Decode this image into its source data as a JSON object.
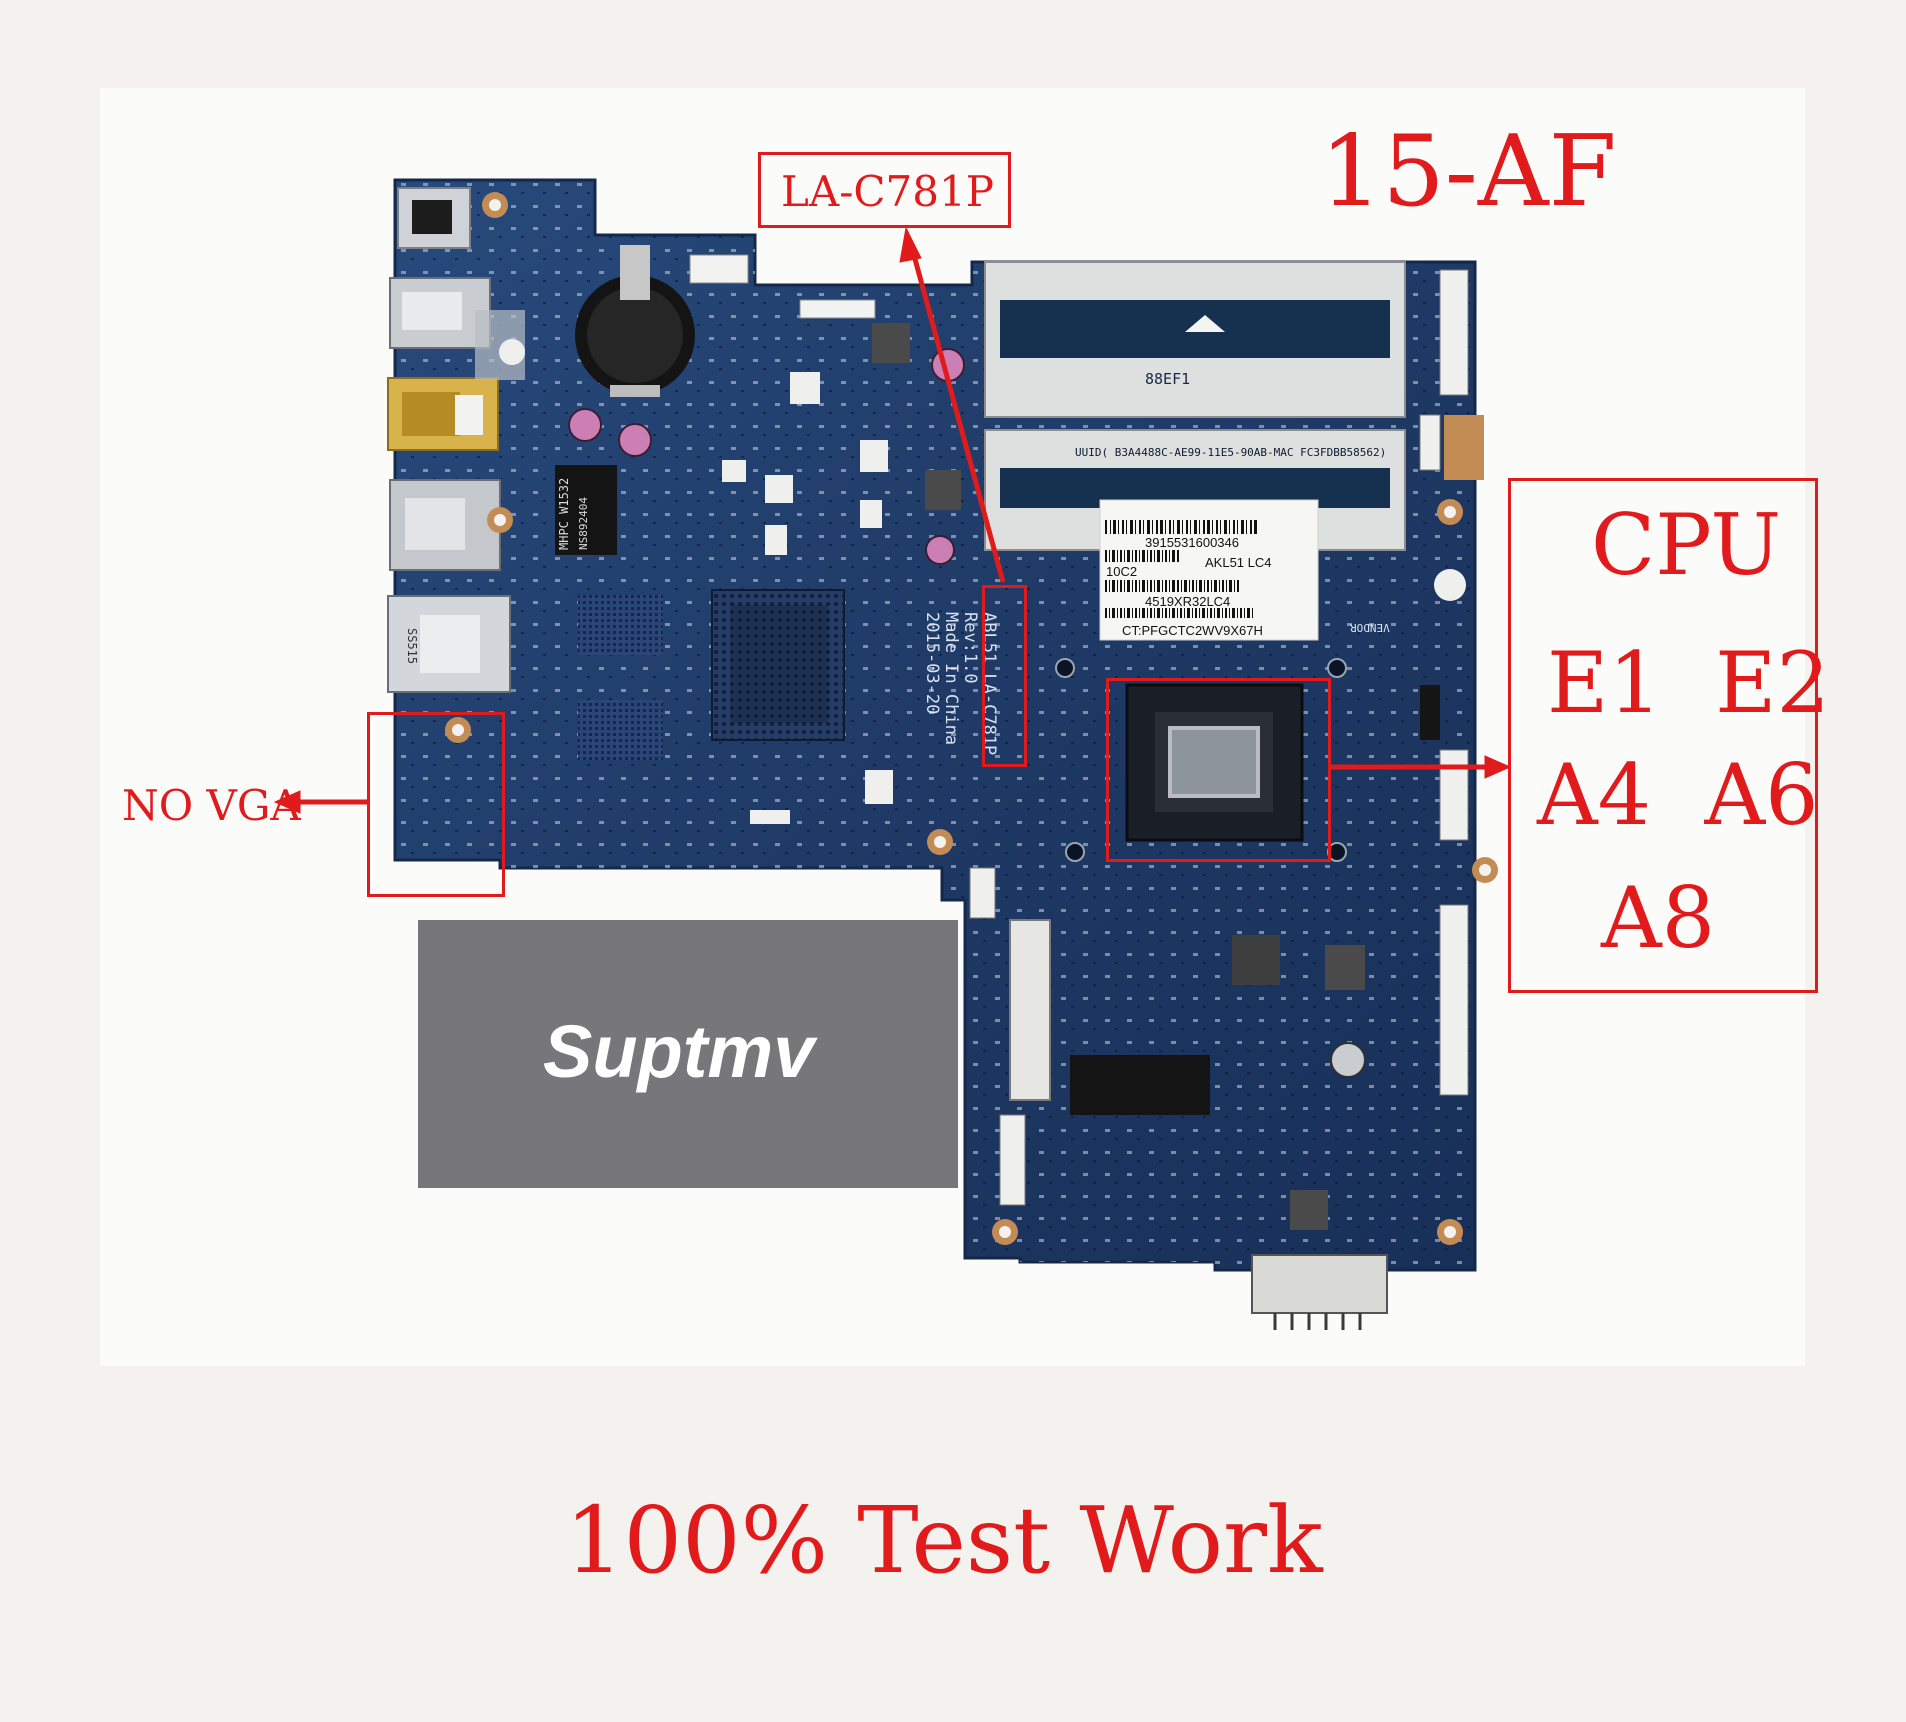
{
  "labels": {
    "board_code_box": "LA-C781P",
    "model": "15-AF",
    "cpu_title": "CPU",
    "cpu_row1": "E1  E2",
    "cpu_row2": "A4  A6",
    "cpu_row3": "A8",
    "no_vga": "NO VGA",
    "footer": "100% Test Work"
  },
  "board_silkscreen": {
    "line1": "ABL51 LA-C781P",
    "line2": "Rev:1.0",
    "line3": "Made In China",
    "line4": "2015-03-20",
    "ram_mark": "88EF1",
    "uuid": "UUID( B3A4488C-AE99-11E5-90AB-MAC FC3FDBB58562)",
    "vendor": "VENDOR",
    "port_mark": "SS515",
    "chip_mark1": "MHPC W1532",
    "chip_mark2": "NS892404"
  },
  "barcode_label": {
    "line1": "3915531600346",
    "line2a": "10C2",
    "line2b": "AKL51  LC4",
    "line3": "4519XR32LC4",
    "line4": "CT:PFGCTC2WV9X67H"
  },
  "sticker": {
    "text": "Suptmv"
  },
  "colors": {
    "annotation_red": "#e11b1b",
    "pcb_blue": "#1f3a66",
    "sticker_gray": "#77777a"
  }
}
